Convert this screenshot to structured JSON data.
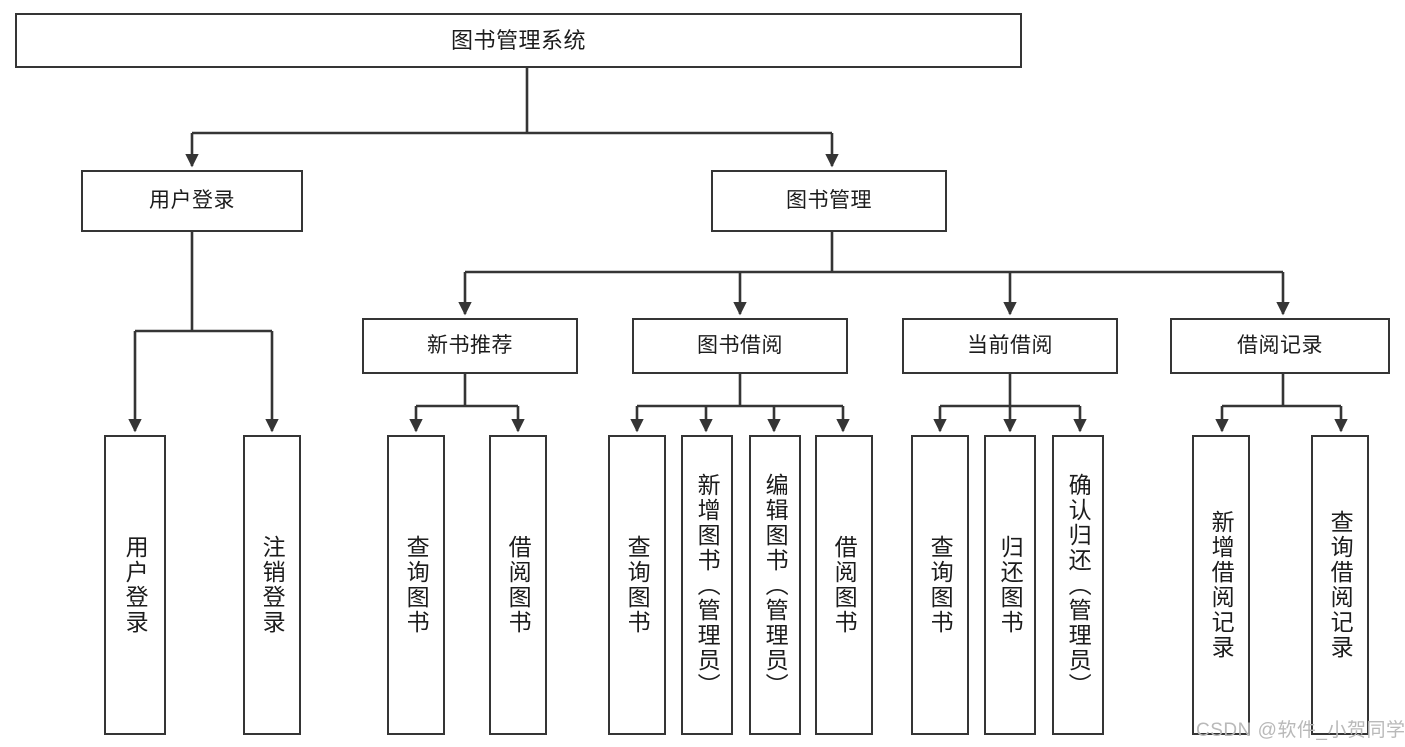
{
  "diagram": {
    "title": "图书管理系统",
    "type": "tree-hierarchy",
    "colors": {
      "box_border": "#353535",
      "box_fill": "#ffffff",
      "connector": "#353535",
      "text": "#1c1c1c",
      "watermark": "#b9b9b9",
      "background": "#ffffff"
    },
    "root": {
      "label": "图书管理系统"
    },
    "level2": [
      {
        "label": "用户登录"
      },
      {
        "label": "图书管理"
      }
    ],
    "level3": [
      {
        "label": "新书推荐"
      },
      {
        "label": "图书借阅"
      },
      {
        "label": "当前借阅"
      },
      {
        "label": "借阅记录"
      }
    ],
    "leaves": {
      "user_login": [
        {
          "label": "用户登录"
        },
        {
          "label": "注销登录"
        }
      ],
      "new_book_recommend": [
        {
          "label": "查询图书"
        },
        {
          "label": "借阅图书"
        }
      ],
      "book_borrow": [
        {
          "label": "查询图书"
        },
        {
          "label": "新增图书（管理员）"
        },
        {
          "label": "编辑图书（管理员）"
        },
        {
          "label": "借阅图书"
        }
      ],
      "current_borrow": [
        {
          "label": "查询图书"
        },
        {
          "label": "归还图书"
        },
        {
          "label": "确认归还（管理员）"
        }
      ],
      "borrow_record": [
        {
          "label": "新增借阅记录"
        },
        {
          "label": "查询借阅记录"
        }
      ]
    },
    "watermark": "CSDN @软件_小贺同学"
  }
}
